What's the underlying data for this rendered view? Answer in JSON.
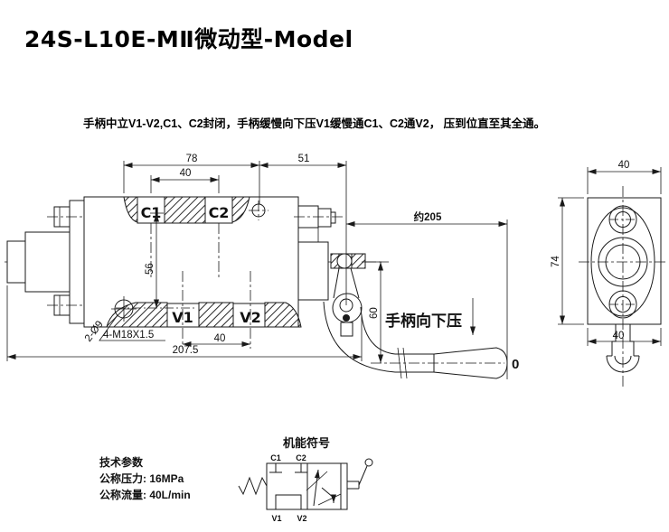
{
  "page": {
    "title": "24S-L10E-MⅡ微动型-Model",
    "description": "手柄中立V1-V2,C1、C2封闭，手柄缓慢向下压V1缓慢通C1、C2通V2， 压到位直至其全通。"
  },
  "main_view": {
    "port_labels": {
      "c1": "C1",
      "c2": "C2",
      "v1": "V1",
      "v2": "V2"
    },
    "dims": {
      "top_span": "78",
      "top_ports": "40",
      "top_right": "51",
      "handle_approx": "约205",
      "vertical_ports": "56",
      "vertical_handle": "60",
      "holes": "2-Ø9",
      "threads": "4-M18X1.5",
      "bottom_ports": "40",
      "overall": "207.5",
      "handle_end": "0"
    },
    "press_note": "手柄向下压"
  },
  "end_view": {
    "dims": {
      "width": "40",
      "height": "74",
      "lower_width": "40"
    }
  },
  "tech_params": {
    "title": "技术参数",
    "lines": [
      "公称压力: 16MPa",
      "公称流量: 40L/min"
    ]
  },
  "symbol": {
    "title": "机能符号",
    "port_labels": {
      "c1": "C1",
      "c2": "C2",
      "v1": "V1",
      "v2": "V2"
    }
  },
  "colors": {
    "line": "#1a1a1a",
    "background": "#ffffff"
  }
}
